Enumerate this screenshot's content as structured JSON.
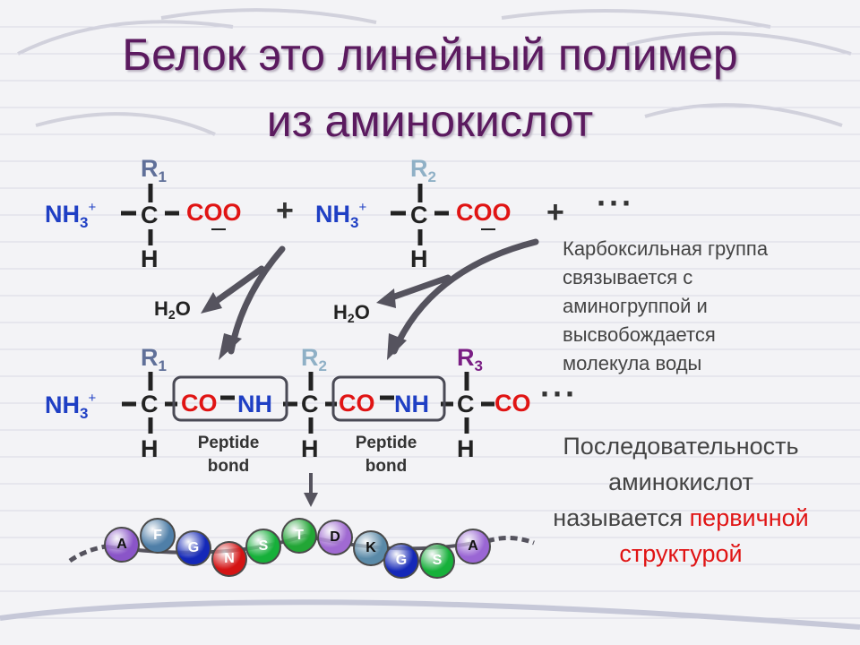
{
  "title": {
    "line1": "Белок это линейный полимер",
    "line2": "из аминокислот"
  },
  "reactants": {
    "nh3": "NH",
    "sub3": "3",
    "charge": "+",
    "c": "C",
    "h": "H",
    "r1": "R",
    "r1_sub": "1",
    "r2": "R",
    "r2_sub": "2",
    "coo": "COO",
    "plus": "+",
    "ellipsis": "···"
  },
  "water": {
    "h": "H",
    "sub": "2",
    "o": "O"
  },
  "product": {
    "r3": "R",
    "r3_sub": "3",
    "co": "CO",
    "nh": "NH",
    "peptide_line1": "Peptide",
    "peptide_line2": "bond",
    "ellipsis": "···"
  },
  "note": [
    "Карбоксильная группа",
    "связывается с",
    "аминогруппой и",
    "высвобождается",
    "молекула воды"
  ],
  "summary": {
    "line1": "Последовательность",
    "line2": "аминокислот",
    "line3_a": "называется ",
    "line3_b": "первичной",
    "line4": "структурой"
  },
  "beads": [
    {
      "letter": "A",
      "color": "#8a55c8"
    },
    {
      "letter": "F",
      "color": "#4f7fa8"
    },
    {
      "letter": "G",
      "color": "#1428b8"
    },
    {
      "letter": "N",
      "color": "#d41414"
    },
    {
      "letter": "S",
      "color": "#16b03a"
    },
    {
      "letter": "T",
      "color": "#22a636"
    },
    {
      "letter": "D",
      "color": "#a06ad2"
    },
    {
      "letter": "K",
      "color": "#5a8aa8"
    },
    {
      "letter": "G",
      "color": "#1428b8"
    },
    {
      "letter": "S",
      "color": "#16b03a"
    },
    {
      "letter": "A",
      "color": "#9a66d4"
    }
  ],
  "colors": {
    "title": "#5b1a5f",
    "amino": "#1f3fc4",
    "carboxyl": "#e01414",
    "box": "#4a4a55",
    "arrow": "#55535e"
  }
}
